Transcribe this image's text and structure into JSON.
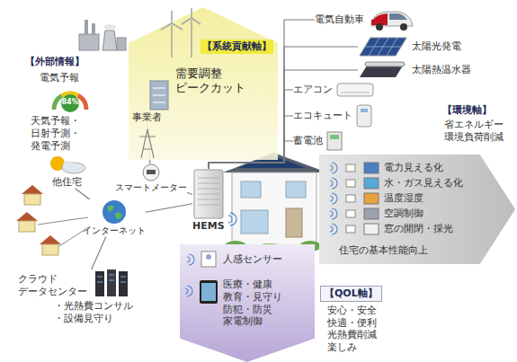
{
  "diagram": {
    "nodes": [
      {
        "text": [
          "【系統貢献軸】",
          "需要調整 ピークカット"
        ]
      },
      {
        "text": [
          "事業者"
        ],
        "in": 0
      },
      {
        "text": [
          "電気予報",
          "84%"
        ]
      },
      {
        "text": [
          "天気予報・ 日射予測・ 発電予測"
        ]
      },
      {
        "text": [
          "電気自動車"
        ]
      },
      {
        "text": [
          "太陽光発電"
        ]
      },
      {
        "text": [
          "太陽熱温水器"
        ]
      },
      {
        "text": [
          "エアコン"
        ]
      },
      {
        "text": [
          "エコキュート"
        ]
      },
      {
        "text": [
          "蓄電池"
        ]
      },
      {
        "text": [
          "スマートメーター"
        ]
      },
      {
        "text": [
          "HEMS"
        ]
      },
      {
        "text": [
          "他住宅"
        ]
      },
      {
        "text": [
          "インターネット"
        ]
      },
      {
        "text": [
          "電力見える化",
          "水・ガス見える化",
          "温度湿度",
          "空調制御",
          "窓の開閉・採光",
          "住宅の基本性能向上"
        ]
      },
      {
        "text": [
          "人感センサー",
          "医療・健康 教育・見守り 防犯・防災 家電制御"
        ]
      },
      {
        "text": [
          "【QOL軸】",
          "安心・安全 快適・便利 光熱費削減 楽しみ"
        ]
      },
      {
        "text": [
          "クラウド データセンター",
          "・光熱費コンサル ・設備見守り"
        ]
      }
    ],
    "edges": [
      {
        "from": 11,
        "to": 4,
        "arrow": "none"
      },
      {
        "from": 11,
        "to": 5,
        "arrow": "none"
      },
      {
        "from": 11,
        "to": 6,
        "arrow": "none"
      },
      {
        "from": 11,
        "to": 7,
        "arrow": "none"
      },
      {
        "from": 11,
        "to": 8,
        "arrow": "none"
      },
      {
        "from": 11,
        "to": 9,
        "arrow": "none"
      },
      {
        "from": 11,
        "to": 10,
        "arrow": "none"
      },
      {
        "from": 10,
        "to": 1,
        "arrow": "none"
      },
      {
        "from": 13,
        "to": 11,
        "arrow": "none"
      },
      {
        "from": 13,
        "to": 12,
        "arrow": "none"
      },
      {
        "from": 13,
        "to": 17,
        "arrow": "none"
      }
    ],
    "labels": [
      "【外部情報】",
      "【環境軸】",
      "省エネルギー 環境負荷削減"
    ]
  }
}
